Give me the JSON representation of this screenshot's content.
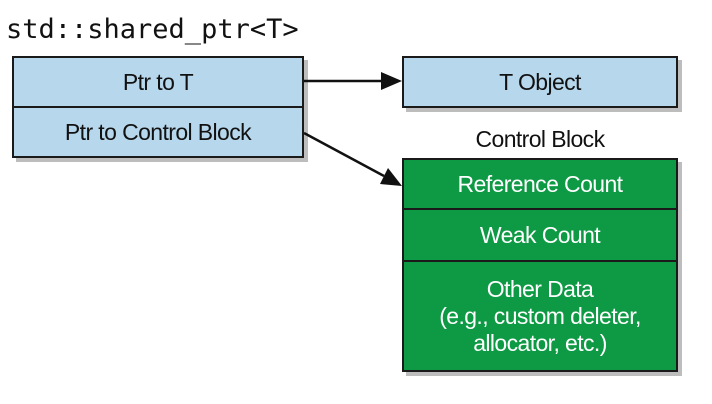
{
  "title": "std::shared_ptr<T>",
  "shared_ptr_box": {
    "ptr_to_t": "Ptr to T",
    "ptr_to_control_block": "Ptr to Control Block"
  },
  "t_object": "T Object",
  "control_block": {
    "label": "Control Block",
    "reference_count": "Reference Count",
    "weak_count": "Weak Count",
    "other_data": [
      "Other Data",
      "(e.g., custom deleter,",
      "allocator, etc.)"
    ]
  },
  "colors": {
    "pointer_fill": "#b7d7ec",
    "control_block_fill": "#0e9a44",
    "border": "#1a1a1a",
    "shadow": "#bdbdbd"
  }
}
